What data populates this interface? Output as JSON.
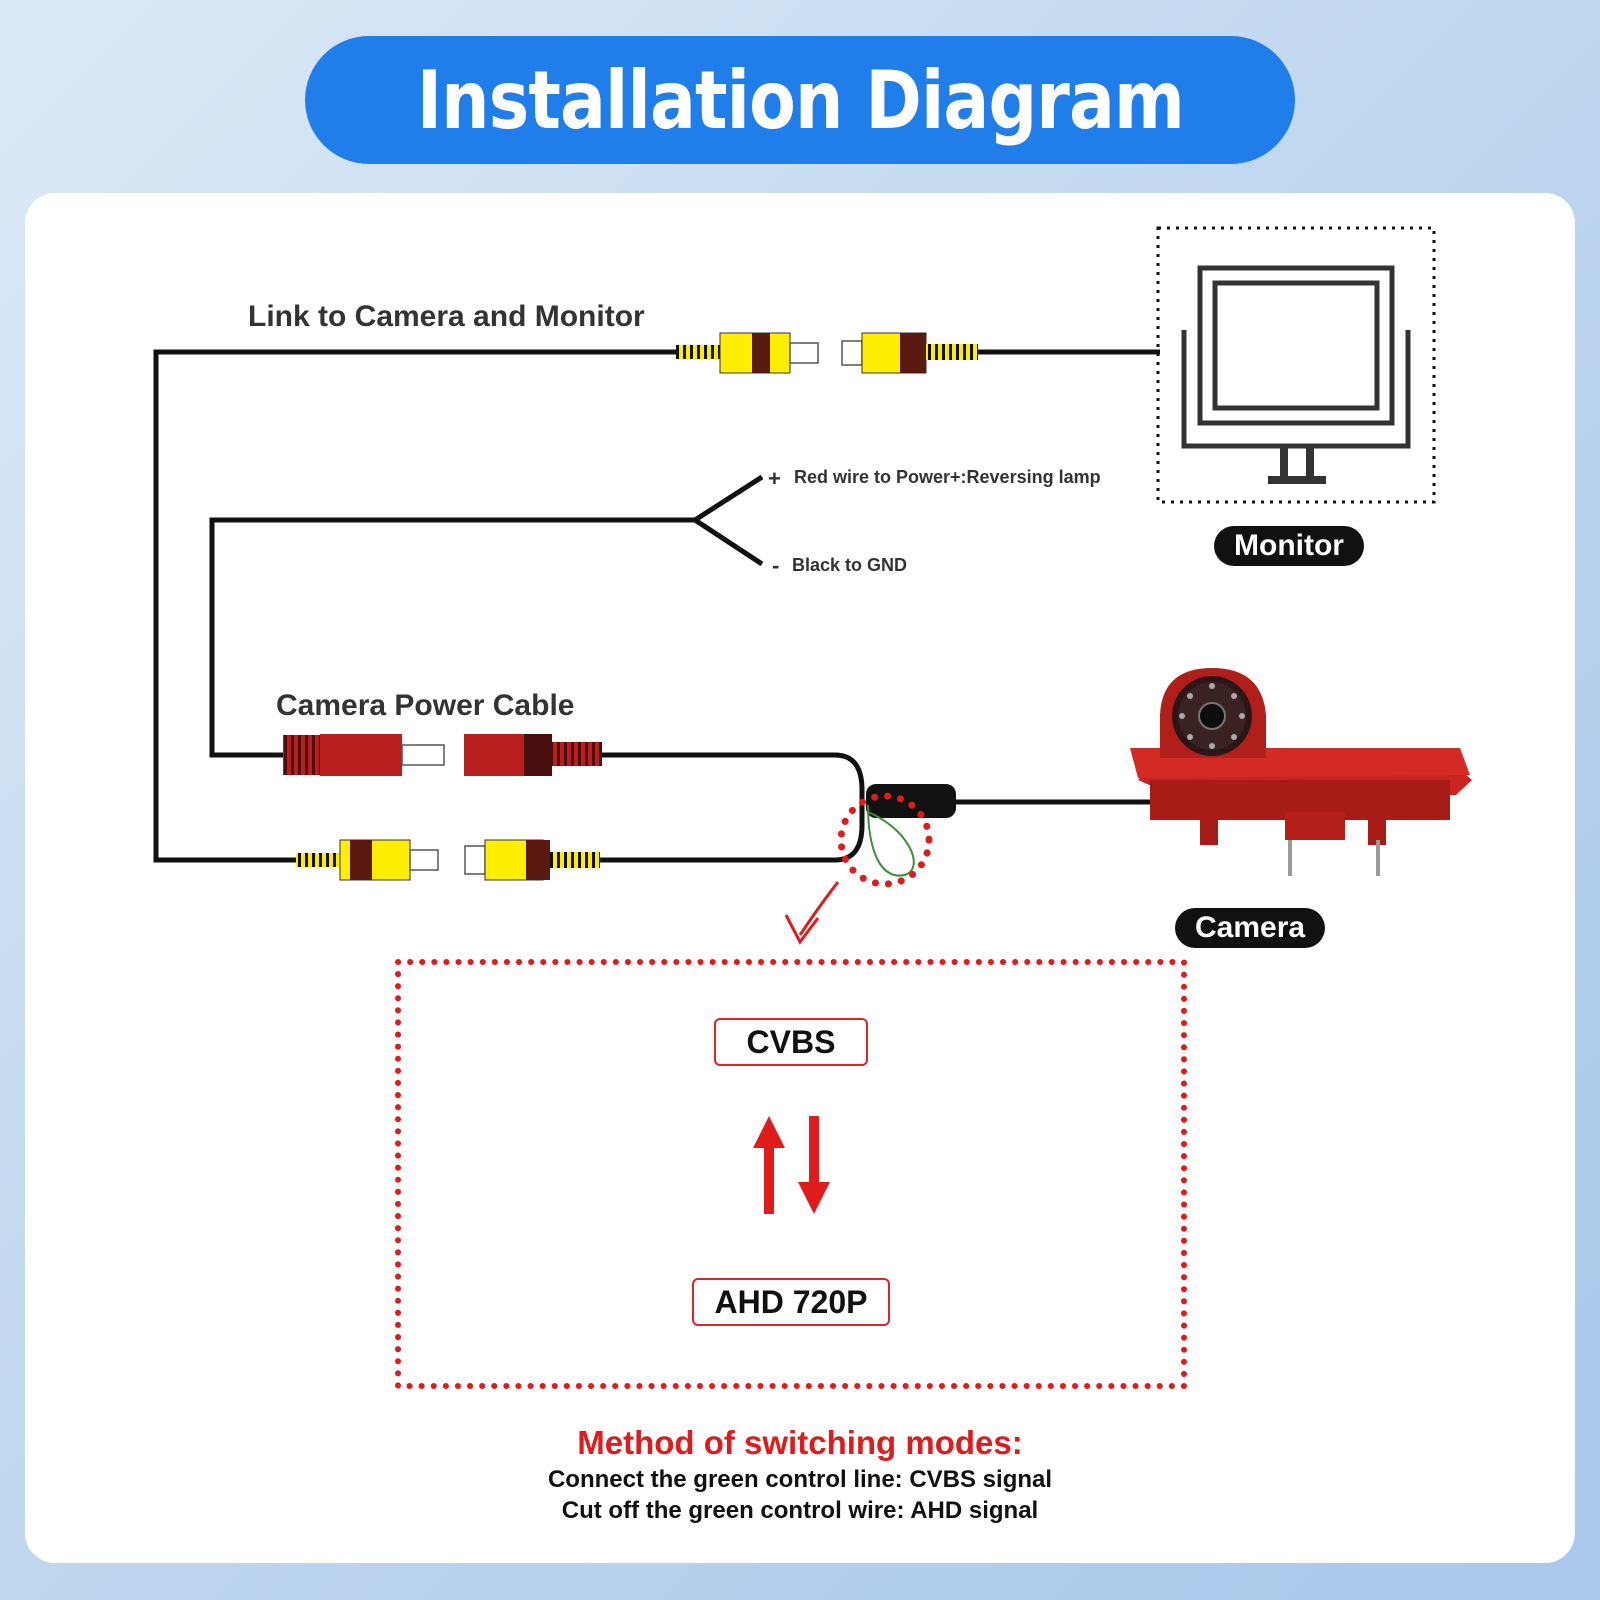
{
  "title": "Installation Diagram",
  "labels": {
    "link": "Link to Camera and Monitor",
    "red_wire": "Red wire to Power+:Reversing lamp",
    "black_wire": "Black to GND",
    "power_cable": "Camera Power Cable",
    "monitor": "Monitor",
    "camera": "Camera"
  },
  "wire_signs": {
    "plus": "+",
    "minus": "-"
  },
  "modes": {
    "top": "CVBS",
    "bottom": "AHD 720P"
  },
  "method": {
    "title": "Method of switching modes:",
    "line1": "Connect the green control line: CVBS signal",
    "line2": "Cut off the green control wire: AHD signal"
  },
  "colors": {
    "title_bg": "#1f7ee9",
    "rca_yellow": "#ffee00",
    "rca_dark": "#5a1a12",
    "power_red": "#b81e1e",
    "camera_red": "#c9241f",
    "dot_red": "#e01b1b",
    "green_wire": "#3d8f3d"
  }
}
